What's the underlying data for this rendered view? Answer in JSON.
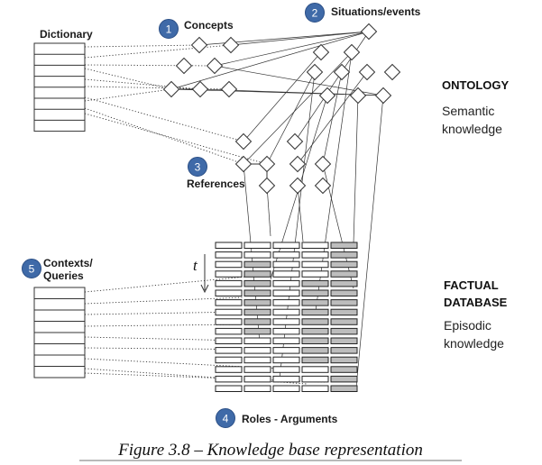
{
  "labels": {
    "dictionary": "Dictionary",
    "concepts": "Concepts",
    "situations": "Situations/events",
    "references": "References",
    "contexts_line1": "Contexts/",
    "contexts_line2": "Queries",
    "roles": "Roles - Arguments",
    "time_marker": "t"
  },
  "badges": {
    "concepts": "1",
    "situations": "2",
    "references": "3",
    "roles": "4",
    "contexts": "5"
  },
  "side": {
    "ontology_title": "ONTOLOGY",
    "ontology_line1": "Semantic",
    "ontology_line2": "knowledge",
    "factual_line1": "FACTUAL",
    "factual_line2": "DATABASE",
    "episodic_line1": "Episodic",
    "episodic_line2": "knowledge"
  },
  "caption": "Figure 3.8 – Knowledge base representation",
  "colors": {
    "badge": "#3f6aa8",
    "shaded_cell": "#bdbdbd",
    "ink": "#222222"
  }
}
